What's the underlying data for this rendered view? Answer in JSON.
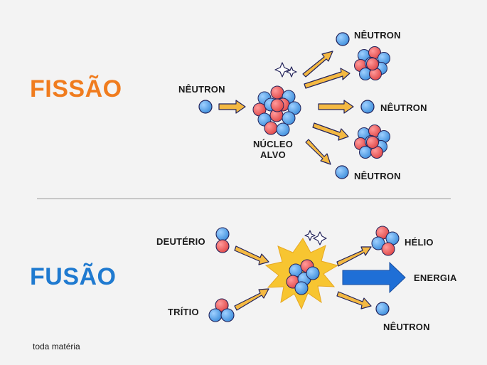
{
  "fission": {
    "title": "FISSÃO",
    "incoming_label": "NÊUTRON",
    "target_label_line1": "NÚCLEO",
    "target_label_line2": "ALVO",
    "out_top_label": "NÊUTRON",
    "out_mid_label": "NÊUTRON",
    "out_bottom_label": "NÊUTRON"
  },
  "fusion": {
    "title": "FUSÃO",
    "deuterium_label": "DEUTÉRIO",
    "tritium_label": "TRÍTIO",
    "helium_label": "HÉLIO",
    "energy_label": "ENERGIA",
    "neutron_label": "NÊUTRON"
  },
  "brand": {
    "name": "toda matéria"
  },
  "colors": {
    "fission_title": "#f07c1e",
    "fusion_title": "#1f7ad0",
    "proton": "#f05a5a",
    "neutron": "#4f9fe6",
    "arrow": "#f4b942",
    "energy_arrow": "#1f6fd6",
    "burst": "#f7c531",
    "outline": "#23235a"
  },
  "icons": [
    "sparkle-icon",
    "arrow-icon",
    "energy-arrow-icon",
    "explosion-burst-icon"
  ]
}
